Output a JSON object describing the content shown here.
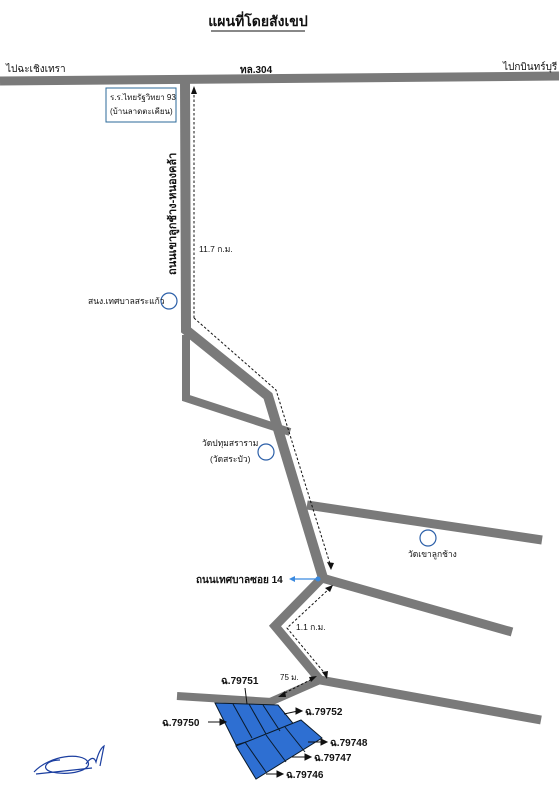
{
  "title": "แผนที่โดยสังเขป",
  "roads": {
    "highway_name": "ทล.304",
    "to_left": "ไปฉะเชิงเทรา",
    "to_right": "ไปกบินทร์บุรี",
    "vertical_road": "ถนนเขาลูกช้าง-หนองคล้า",
    "soi": "ถนนเทศบาลซอย 14"
  },
  "landmarks": {
    "school_line1": "ร.ร.ไทยรัฐวิทยา 93",
    "school_line2": "(บ้านลาดตะเคียน)",
    "municipal_office": "สนง.เทศบาลสระแก้ว",
    "temple1_line1": "วัดปทุมสราราม",
    "temple1_line2": "(วัดสระบัว)",
    "temple2": "วัดเขาลูกช้าง"
  },
  "distances": {
    "d1": "11.7 ก.ม.",
    "d2": "1.1 ก.ม.",
    "d3": "75 ม."
  },
  "parcels": [
    "ฉ.79751",
    "ฉ.79752",
    "ฉ.79750",
    "ฉ.79748",
    "ฉ.79747",
    "ฉ.79746"
  ],
  "colors": {
    "road": "#7a7a7a",
    "parcel": "#2e6fd2",
    "circle": "#2b5fa8",
    "box_border": "#2b6a9a"
  },
  "icons": {
    "signature": "signature-mark"
  }
}
